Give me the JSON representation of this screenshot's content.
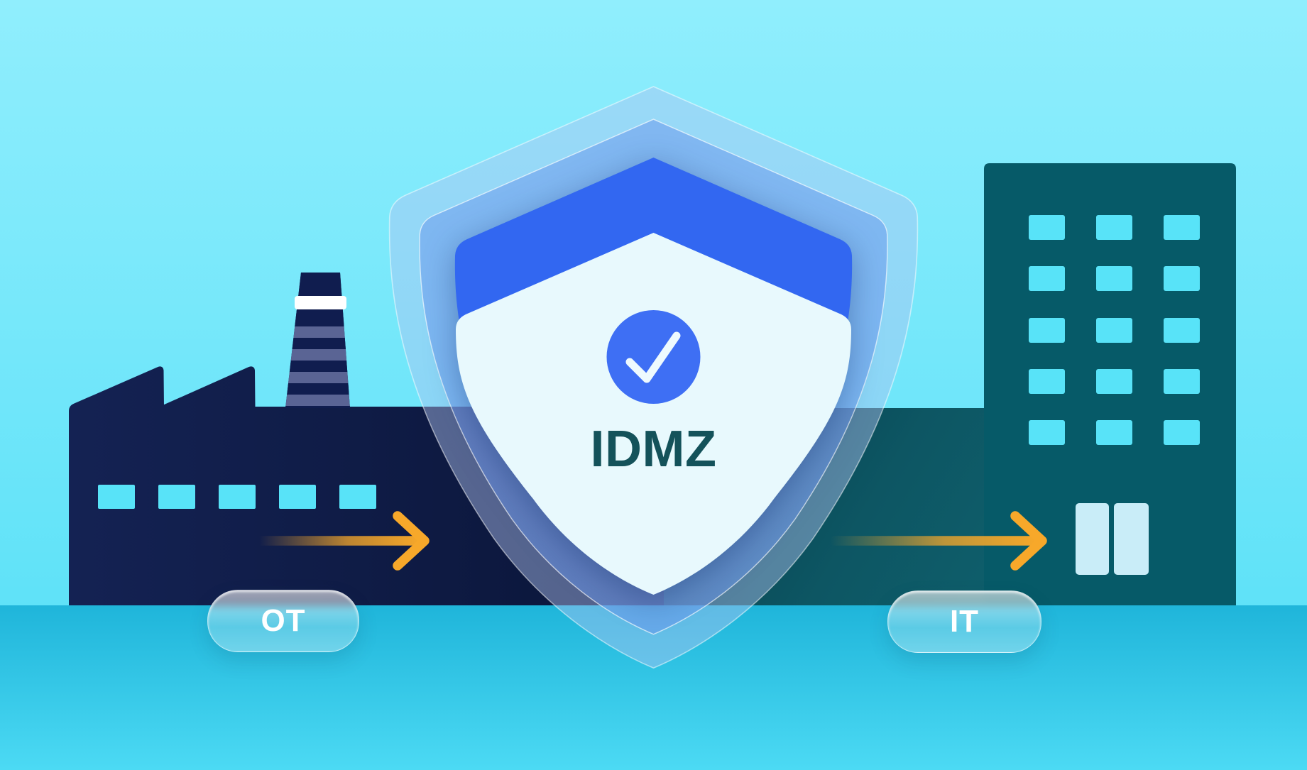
{
  "scene": {
    "title": "IDMZ network segmentation illustration",
    "shield_label": "IDMZ",
    "ot_label": "OT",
    "it_label": "IT",
    "icons": [
      "shield-icon",
      "check-circle-icon",
      "factory-icon",
      "chimney-icon",
      "office-building-icon",
      "door-icon",
      "arrow-right-icon"
    ],
    "colors": {
      "sky_top": "#90eefd",
      "sky_bottom": "#5fe2f8",
      "ground_top": "#1fb5da",
      "ground_bottom": "#4cdaf4",
      "factory_navy_left": "#142253",
      "factory_navy_right": "#0a1538",
      "band_teal_dark": "#063b4a",
      "band_teal": "#0d5663",
      "building_teal": "#065a68",
      "window_cyan": "#58e3f8",
      "door_light": "#c9edf8",
      "shield_header_blue": "#3267f1",
      "shield_body_white": "#e8f9fd",
      "shield_glow_outer": "rgba(175,195,242,0.45)",
      "shield_glow_middle": "rgba(105,150,235,0.50)",
      "check_circle_blue": "#3e6ff4",
      "check_stroke": "#eefafe",
      "idmz_label_teal": "#14525a",
      "arrow_orange": "#f7a82a",
      "chimney_dark": "#101d4f",
      "chimney_slate": "#5a6494",
      "chimney_band_white": "#ffffff",
      "pill_text_white": "#ffffff"
    },
    "factory": {
      "window_count": 5
    },
    "building": {
      "window_cols": 3,
      "window_rows": 5
    }
  }
}
